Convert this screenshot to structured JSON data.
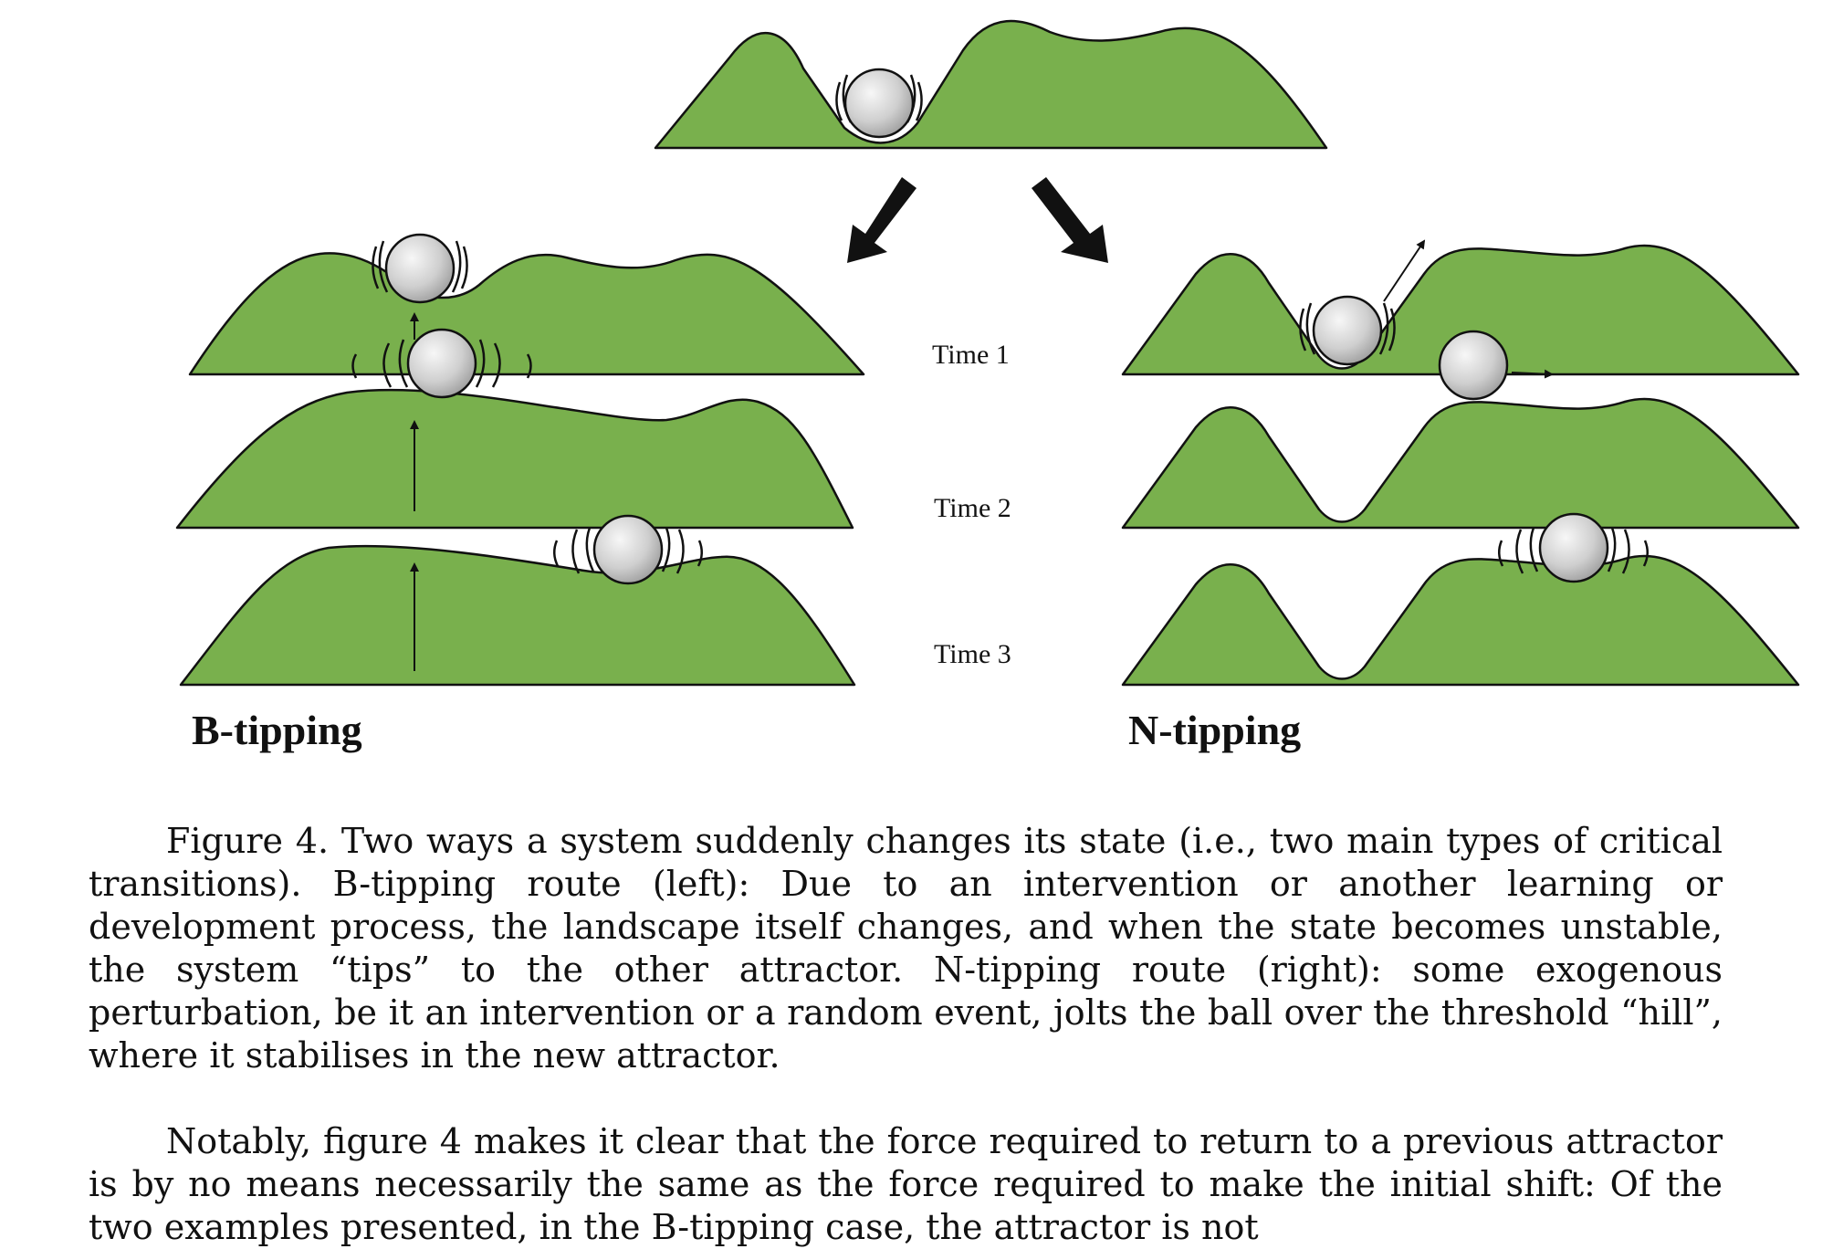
{
  "figure": {
    "time_labels": [
      "Time 1",
      "Time 2",
      "Time 3"
    ],
    "left_label": "B-tipping",
    "right_label": "N-tipping",
    "colors": {
      "landscape_fill": "#79b04d",
      "outline": "#111111",
      "ball_light": "#f7f7f7",
      "ball_dark": "#9e9e9e"
    }
  },
  "caption": {
    "text": "Figure 4. Two ways a system suddenly changes its state (i.e., two main types of critical transitions). B-tipping route (left): Due to an intervention or another learning or development process, the landscape itself changes, and when the state becomes unstable, the system “tips” to the other attractor. N-tipping route (right): some exogenous perturbation, be it an intervention or a random event, jolts the ball over the threshold “hill”, where it stabilises in the new attractor."
  },
  "body_paragraph": {
    "text": "Notably, figure 4 makes it clear that the force required to return to a previous attractor is by no means necessarily the same as the force required to make the initial shift: Of the two examples presented, in the B-tipping case, the attractor is not"
  }
}
